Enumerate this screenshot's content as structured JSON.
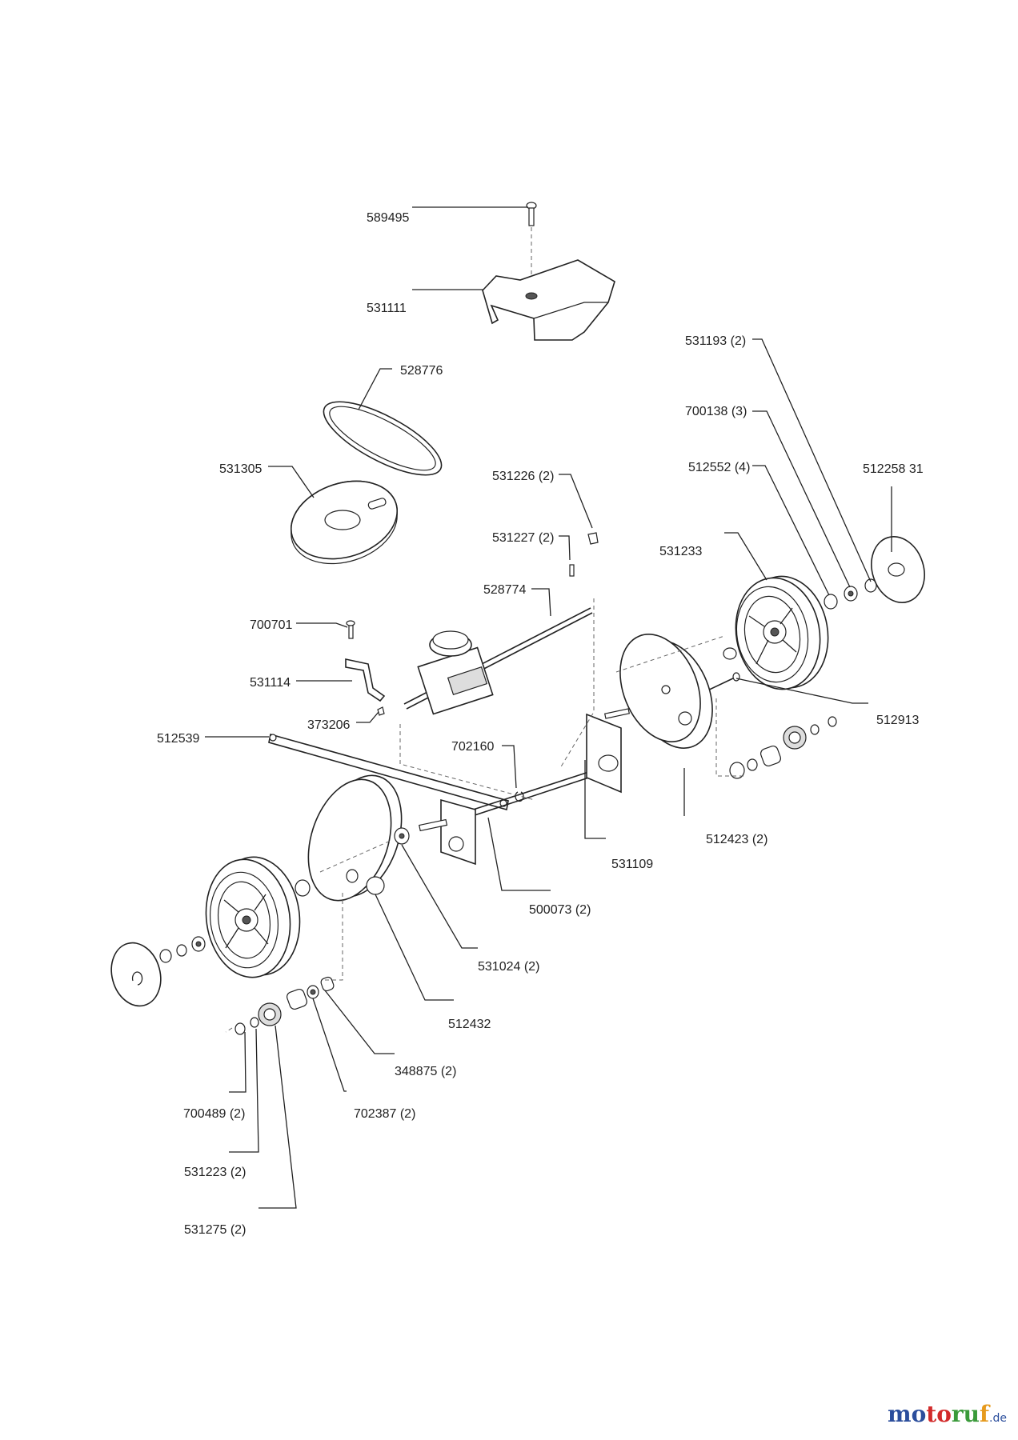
{
  "parts": [
    {
      "id": "p589495",
      "text": "589495"
    },
    {
      "id": "p531111",
      "text": "531111"
    },
    {
      "id": "p528776",
      "text": "528776"
    },
    {
      "id": "p531305",
      "text": "531305"
    },
    {
      "id": "p531193",
      "text": "531193 (2)"
    },
    {
      "id": "p700138",
      "text": "700138 (3)"
    },
    {
      "id": "p512552",
      "text": "512552 (4)"
    },
    {
      "id": "p512258",
      "text": "512258 31"
    },
    {
      "id": "p531226",
      "text": "531226 (2)"
    },
    {
      "id": "p531227",
      "text": "531227 (2)"
    },
    {
      "id": "p531233",
      "text": "531233"
    },
    {
      "id": "p528774",
      "text": "528774"
    },
    {
      "id": "p700701",
      "text": "700701"
    },
    {
      "id": "p531114",
      "text": "531114"
    },
    {
      "id": "p373206",
      "text": "373206"
    },
    {
      "id": "p512539",
      "text": "512539"
    },
    {
      "id": "p702160",
      "text": "702160"
    },
    {
      "id": "p512913",
      "text": "512913"
    },
    {
      "id": "p512423",
      "text": "512423 (2)"
    },
    {
      "id": "p531109",
      "text": "531109"
    },
    {
      "id": "p500073",
      "text": "500073 (2)"
    },
    {
      "id": "p531024",
      "text": "531024 (2)"
    },
    {
      "id": "p512432",
      "text": "512432"
    },
    {
      "id": "p348875",
      "text": "348875 (2)"
    },
    {
      "id": "p700489",
      "text": "700489 (2)"
    },
    {
      "id": "p702387",
      "text": "702387 (2)"
    },
    {
      "id": "p531223",
      "text": "531223 (2)"
    },
    {
      "id": "p531275",
      "text": "531275 (2)"
    }
  ],
  "logo": {
    "m": "mo",
    "t": "to",
    "r": "ru",
    "f": "f",
    "tld": ".de"
  }
}
